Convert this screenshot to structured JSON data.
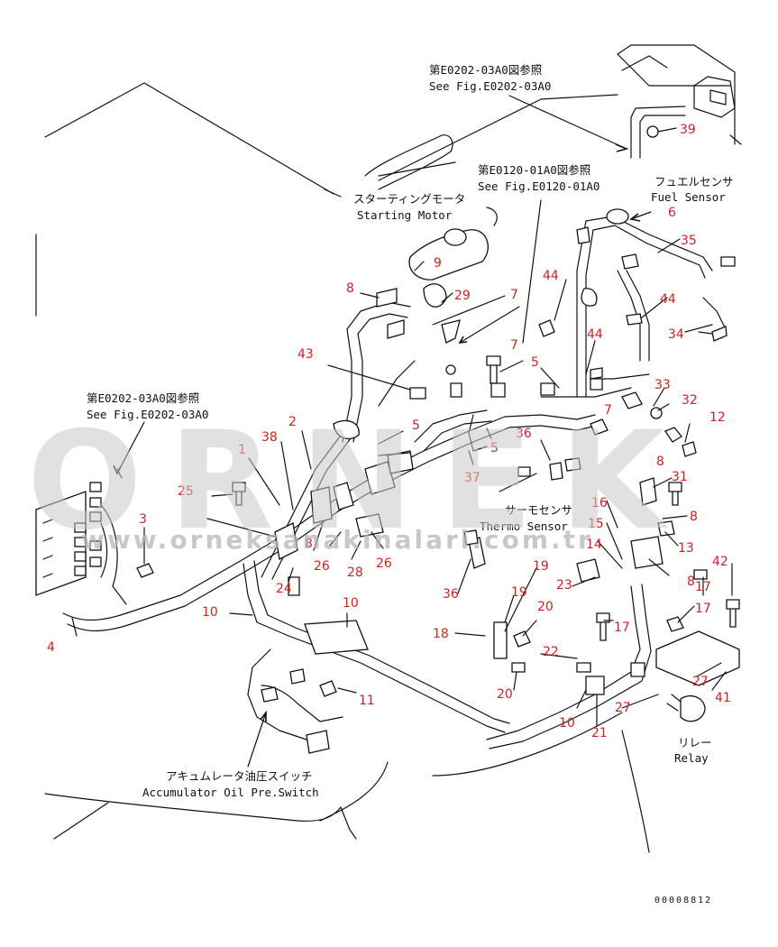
{
  "notes": {
    "ref_e0202_top_jp": "第E0202-03A0図参照",
    "ref_e0202_top_en": "See Fig.E0202-03A0",
    "ref_e0120_jp": "第E0120-01A0図参照",
    "ref_e0120_en": "See Fig.E0120-01A0",
    "ref_e0202_left_jp": "第E0202-03A0図参照",
    "ref_e0202_left_en": "See Fig.E0202-03A0",
    "starting_motor_jp": "スターティングモータ",
    "starting_motor_en": "Starting Motor",
    "fuel_sensor_jp": "フュエルセンサ",
    "fuel_sensor_en": "Fuel Sensor",
    "thermo_sensor_jp": "サーモセンサ",
    "thermo_sensor_en": "Thermo Sensor",
    "accumulator_jp": "アキュムレータ油圧スイッチ",
    "accumulator_en": "Accumulator Oil Pre.Switch",
    "relay_jp": "リレー",
    "relay_en": "Relay"
  },
  "drawing_number": "00008812",
  "watermark": {
    "big": "ORNEK",
    "url": "www.orneksanakinalari.com.tr"
  },
  "parts": [
    {
      "num": "1"
    },
    {
      "num": "2"
    },
    {
      "num": "3"
    },
    {
      "num": "4"
    },
    {
      "num": "5"
    },
    {
      "num": "5"
    },
    {
      "num": "5"
    },
    {
      "num": "6"
    },
    {
      "num": "7"
    },
    {
      "num": "7"
    },
    {
      "num": "7"
    },
    {
      "num": "8"
    },
    {
      "num": "8"
    },
    {
      "num": "8"
    },
    {
      "num": "8"
    },
    {
      "num": "8"
    },
    {
      "num": "9"
    },
    {
      "num": "10"
    },
    {
      "num": "10"
    },
    {
      "num": "10"
    },
    {
      "num": "11"
    },
    {
      "num": "12"
    },
    {
      "num": "13"
    },
    {
      "num": "14"
    },
    {
      "num": "15"
    },
    {
      "num": "16"
    },
    {
      "num": "17"
    },
    {
      "num": "17"
    },
    {
      "num": "17"
    },
    {
      "num": "18"
    },
    {
      "num": "19"
    },
    {
      "num": "19"
    },
    {
      "num": "20"
    },
    {
      "num": "20"
    },
    {
      "num": "21"
    },
    {
      "num": "22"
    },
    {
      "num": "23"
    },
    {
      "num": "24"
    },
    {
      "num": "25"
    },
    {
      "num": "26"
    },
    {
      "num": "26"
    },
    {
      "num": "27"
    },
    {
      "num": "27"
    },
    {
      "num": "28"
    },
    {
      "num": "29"
    },
    {
      "num": "31"
    },
    {
      "num": "32"
    },
    {
      "num": "33"
    },
    {
      "num": "34"
    },
    {
      "num": "35"
    },
    {
      "num": "36"
    },
    {
      "num": "36"
    },
    {
      "num": "37"
    },
    {
      "num": "38"
    },
    {
      "num": "39"
    },
    {
      "num": "41"
    },
    {
      "num": "42"
    },
    {
      "num": "43"
    },
    {
      "num": "44"
    },
    {
      "num": "44"
    },
    {
      "num": "44"
    }
  ]
}
